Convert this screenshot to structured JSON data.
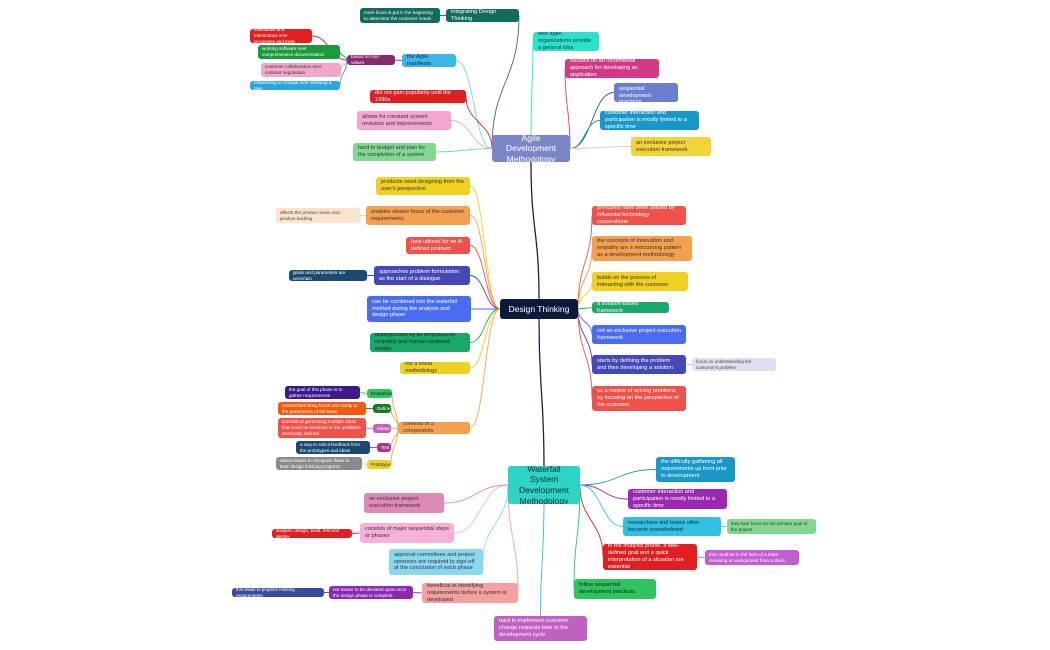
{
  "nodes": [
    {
      "id": "agile",
      "text": "Agile Development Methodology",
      "color": "#7b86c9",
      "kind": "root"
    },
    {
      "id": "design",
      "text": "Design Thinking",
      "color": "#0b1a3a",
      "kind": "root"
    },
    {
      "id": "waterfall",
      "text": "Waterfall System Development Methodology",
      "color": "#2dd4c4",
      "kind": "root",
      "text_color": "#0a2a3a"
    },
    {
      "id": "a_integrating",
      "text": "integrating Design Thinking",
      "color": "#126b5c",
      "kind": "main"
    },
    {
      "id": "a_morefocus",
      "text": "more focus is put in the beginning to determine the  customer needs",
      "color": "#126b5c",
      "kind": "small"
    },
    {
      "id": "a_manifesto",
      "text": "the Agile manifesto",
      "color": "#3bb6e8",
      "kind": "main",
      "text_color": "#0a2a3a"
    },
    {
      "id": "a_fourvalues",
      "text": "based on four values",
      "color": "#8b2a6b",
      "kind": "small"
    },
    {
      "id": "a_v1",
      "text": "individuals and interactions over processes and tools",
      "color": "#e02020",
      "kind": "small"
    },
    {
      "id": "a_v2",
      "text": "working software over comprehensive documentation",
      "color": "#1a9a3a",
      "kind": "small"
    },
    {
      "id": "a_v3",
      "text": "customer collaboration over contract negotiation",
      "color": "#f2a6c8",
      "kind": "small",
      "text_color": "#333333"
    },
    {
      "id": "a_v4",
      "text": "responding to change over following a plan",
      "color": "#2aa5e0",
      "kind": "small"
    },
    {
      "id": "a_popularity",
      "text": "did not gain popularity until the 1990s",
      "color": "#e02020",
      "kind": "main"
    },
    {
      "id": "a_revisions",
      "text": "allows for constant system revisions and improvements",
      "color": "#f4a6d0",
      "kind": "main",
      "text_color": "#333333"
    },
    {
      "id": "a_budget",
      "text": "hard to budget and plan for the completion of a system",
      "color": "#82d890",
      "kind": "main",
      "text_color": "#333333"
    },
    {
      "id": "a_general",
      "text": "with agile, organizations provide a general idea",
      "color": "#2de0c8",
      "kind": "main",
      "text_color": "#0a3a3a"
    },
    {
      "id": "a_incremental",
      "text": "focuses on an incremental approach for developing an application",
      "color": "#d33a86",
      "kind": "main"
    },
    {
      "id": "a_notsequential",
      "text": "do not follow sequential development practices",
      "color": "#6a7fd0",
      "kind": "main"
    },
    {
      "id": "a_customer",
      "text": "customer interaction and participation is mostly limited to a specific time",
      "color": "#1898c8",
      "kind": "main"
    },
    {
      "id": "a_exclusive",
      "text": "an exclusive project execution framework",
      "color": "#f3d33a",
      "kind": "main",
      "text_color": "#333333"
    },
    {
      "id": "d_products",
      "text": "products need  designing from the user's perspective",
      "color": "#f0d020",
      "kind": "main",
      "text_color": "#333333"
    },
    {
      "id": "d_enables",
      "text": "enables  clearer focus of the customer requirements",
      "color": "#f4a050",
      "kind": "main",
      "text_color": "#333333"
    },
    {
      "id": "d_affects",
      "text": "affects the product vision and product backlog",
      "color": "#fde3cc",
      "kind": "small",
      "text_color": "#444444"
    },
    {
      "id": "d_illdefined",
      "text": "best utilized for an ill-defined problem",
      "color": "#f0524a",
      "kind": "main"
    },
    {
      "id": "d_approaches",
      "text": "approaches problem formulation as the start of a dialogue",
      "color": "#4448b8",
      "kind": "main"
    },
    {
      "id": "d_goals",
      "text": "goals and parameters are uncertain",
      "color": "#1a4a70",
      "kind": "small"
    },
    {
      "id": "d_combined",
      "text": "can be combined into the waterfall method during the analysis and design phase",
      "color": "#4a6cf0",
      "kind": "main"
    },
    {
      "id": "d_empathy",
      "text": "distinguished by its emphasis on empathy and human-centered design.",
      "color": "#18a86a",
      "kind": "main",
      "text_color": "#0a2a1a"
    },
    {
      "id": "d_notlinear",
      "text": "not a linear methodology",
      "color": "#f0d020",
      "kind": "main",
      "text_color": "#333333"
    },
    {
      "id": "d_five",
      "text": "consists of 5 components",
      "color": "#f4a050",
      "kind": "main",
      "text_color": "#333333"
    },
    {
      "id": "d_c_empathize",
      "text": "Empathize",
      "color": "#2ec460",
      "kind": "small",
      "text_color": "#0a2a1a"
    },
    {
      "id": "d_c_define",
      "text": "Define",
      "color": "#1a7a2a",
      "kind": "small"
    },
    {
      "id": "d_c_ideate",
      "text": "Ideate",
      "color": "#c060c0",
      "kind": "small"
    },
    {
      "id": "d_c_test",
      "text": "Test",
      "color": "#a83a8a",
      "kind": "small"
    },
    {
      "id": "d_c_prototype",
      "text": "Prototype",
      "color": "#f0d020",
      "kind": "small",
      "text_color": "#333333"
    },
    {
      "id": "d_c_empathize_d",
      "text": "the goal of this phase is to gather requirements",
      "color": "#3a1a8a",
      "kind": "small"
    },
    {
      "id": "d_c_define_d",
      "text": "researchers bring focus and clarity to the parameters of the issue",
      "color": "#f25a10",
      "kind": "small"
    },
    {
      "id": "d_c_ideate_d",
      "text": "consists of generating multiple ideas that could be solutions to the problems previously defined",
      "color": "#f0524a",
      "kind": "small"
    },
    {
      "id": "d_c_test_d",
      "text": "a way to solicit feedback from the prototypes and ideas",
      "color": "#1a4a70",
      "kind": "small"
    },
    {
      "id": "d_c_prototype_d",
      "text": "allows teams to recognize flaws in their design thinking progress",
      "color": "#8a8a8a",
      "kind": "small"
    },
    {
      "id": "d_principles",
      "text": "principles have been utilized by influential technology corporations",
      "color": "#f0524a",
      "kind": "main"
    },
    {
      "id": "d_concepts",
      "text": "the concepts of innovation and empathy are a reoccurring pattern as a development methodology",
      "color": "#f4a050",
      "kind": "main",
      "text_color": "#333333"
    },
    {
      "id": "d_builds",
      "text": "builds on the process of interacting with the customer",
      "color": "#f0d020",
      "kind": "main",
      "text_color": "#333333"
    },
    {
      "id": "d_solution",
      "text": "a solution-based framework",
      "color": "#18a86a",
      "kind": "main"
    },
    {
      "id": "d_notexclusive",
      "text": "not an exclusive project execution framework",
      "color": "#4a6cf0",
      "kind": "main"
    },
    {
      "id": "d_starts",
      "text": "starts by defining the problem and then developing a solution",
      "color": "#4448b8",
      "kind": "main"
    },
    {
      "id": "d_focus",
      "text": "focus on understanding the customer's problem",
      "color": "#dde0f0",
      "kind": "small",
      "text_color": "#444444"
    },
    {
      "id": "d_means",
      "text": "as a means of solving problems by focusing on the perspective of the customer",
      "color": "#f0524a",
      "kind": "main"
    },
    {
      "id": "w_difficulty",
      "text": "the difficulty gathering all requirements up front prior to development",
      "color": "#1898c8",
      "kind": "main"
    },
    {
      "id": "w_customer",
      "text": "customer interaction and participation is mostly limited to a specific time",
      "color": "#9a28b0",
      "kind": "main"
    },
    {
      "id": "w_overwhelmed",
      "text": "researchers and teams often become overwhelmed",
      "color": "#30c0e0",
      "kind": "main",
      "text_color": "#0a2a3a"
    },
    {
      "id": "w_losefocus",
      "text": "they lose focus on the primary goal of the project",
      "color": "#82d890",
      "kind": "small",
      "text_color": "#333333"
    },
    {
      "id": "w_analysis",
      "text": "in the analysis phase, a well-defined goal and a quick interpretation of a situation are essential",
      "color": "#e02020",
      "kind": "main"
    },
    {
      "id": "w_form",
      "text": "this could be in the form of a team receiving an  assignment from a client",
      "color": "#c060d0",
      "kind": "small"
    },
    {
      "id": "w_sequential",
      "text": "follow sequential  development practices",
      "color": "#2ec460",
      "kind": "main",
      "text_color": "#0a2a1a"
    },
    {
      "id": "w_hardchange",
      "text": "hard to implement customer change requests later in the development cycle",
      "color": "#c060c0",
      "kind": "main"
    },
    {
      "id": "w_beneficial",
      "text": "beneficial in identifying requirements before a system is developed",
      "color": "#f4a0a0",
      "kind": "main",
      "text_color": "#333333"
    },
    {
      "id": "w_notmeant",
      "text": "not meant to be deviated upon once the design phase is complete",
      "color": "#8b2ab0",
      "kind": "small"
    },
    {
      "id": "w_leads",
      "text": "this leads to projects missing requirements",
      "color": "#3a4aa0",
      "kind": "small"
    },
    {
      "id": "w_approval",
      "text": "approval committees and project sponsors are required to sign-off at the conclusion of each phase",
      "color": "#8ad8f0",
      "kind": "main",
      "text_color": "#333333"
    },
    {
      "id": "w_majorsteps",
      "text": "consists of major sequential steps or phases",
      "color": "#f8b0d8",
      "kind": "main",
      "text_color": "#333333"
    },
    {
      "id": "w_analyze",
      "text": "analyze, design, build, test and deploy",
      "color": "#e02020",
      "kind": "small"
    },
    {
      "id": "w_exclusive",
      "text": "an exclusive project execution framework",
      "color": "#e088b8",
      "kind": "main",
      "text_color": "#333333"
    }
  ],
  "links": [
    [
      "agile",
      "a_integrating",
      "#4a5aa8"
    ],
    [
      "a_integrating",
      "a_morefocus",
      "#126b5c"
    ],
    [
      "agile",
      "a_manifesto",
      "#7ed0e8"
    ],
    [
      "a_manifesto",
      "a_fourvalues",
      "#8b2a6b"
    ],
    [
      "a_fourvalues",
      "a_v1",
      "#e02020"
    ],
    [
      "a_fourvalues",
      "a_v2",
      "#1a9a3a"
    ],
    [
      "a_fourvalues",
      "a_v3",
      "#f2a6c8"
    ],
    [
      "a_fourvalues",
      "a_v4",
      "#2aa5e0"
    ],
    [
      "agile",
      "a_popularity",
      "#e02020"
    ],
    [
      "agile",
      "a_revisions",
      "#f4a6d0"
    ],
    [
      "agile",
      "a_budget",
      "#82d890"
    ],
    [
      "agile",
      "a_general",
      "#2de0c8"
    ],
    [
      "agile",
      "a_incremental",
      "#d33a86"
    ],
    [
      "agile",
      "a_notsequential",
      "#2a6a50"
    ],
    [
      "agile",
      "a_customer",
      "#1898c8"
    ],
    [
      "agile",
      "a_exclusive",
      "#f4c0c8"
    ],
    [
      "agile",
      "design",
      "#222244"
    ],
    [
      "design",
      "d_products",
      "#f0d020"
    ],
    [
      "design",
      "d_enables",
      "#f4a050"
    ],
    [
      "d_enables",
      "d_affects",
      "#f4c8a0"
    ],
    [
      "design",
      "d_illdefined",
      "#f0524a"
    ],
    [
      "design",
      "d_approaches",
      "#4448b8"
    ],
    [
      "d_approaches",
      "d_goals",
      "#1a4a70"
    ],
    [
      "design",
      "d_combined",
      "#4a6cf0"
    ],
    [
      "design",
      "d_empathy",
      "#18a86a"
    ],
    [
      "design",
      "d_notlinear",
      "#f0d020"
    ],
    [
      "design",
      "d_five",
      "#f4a050"
    ],
    [
      "d_five",
      "d_c_empathize",
      "#f4a050"
    ],
    [
      "d_five",
      "d_c_define",
      "#f4a050"
    ],
    [
      "d_five",
      "d_c_ideate",
      "#f4a050"
    ],
    [
      "d_five",
      "d_c_test",
      "#f4a050"
    ],
    [
      "d_five",
      "d_c_prototype",
      "#f4a050"
    ],
    [
      "d_c_empathize",
      "d_c_empathize_d",
      "#2ec460"
    ],
    [
      "d_c_define",
      "d_c_define_d",
      "#1a7a2a"
    ],
    [
      "d_c_ideate",
      "d_c_ideate_d",
      "#c060c0"
    ],
    [
      "d_c_test",
      "d_c_test_d",
      "#a83a8a"
    ],
    [
      "d_c_prototype",
      "d_c_prototype_d",
      "#f0d020"
    ],
    [
      "design",
      "d_principles",
      "#f0524a"
    ],
    [
      "design",
      "d_concepts",
      "#f4a050"
    ],
    [
      "design",
      "d_builds",
      "#f0d020"
    ],
    [
      "design",
      "d_solution",
      "#18a86a"
    ],
    [
      "design",
      "d_notexclusive",
      "#4a6cf0"
    ],
    [
      "design",
      "d_starts",
      "#4448b8"
    ],
    [
      "d_starts",
      "d_focus",
      "#b8bce0"
    ],
    [
      "design",
      "d_means",
      "#f0524a"
    ],
    [
      "design",
      "waterfall",
      "#222244"
    ],
    [
      "waterfall",
      "w_difficulty",
      "#1898c8"
    ],
    [
      "waterfall",
      "w_customer",
      "#9a28b0"
    ],
    [
      "waterfall",
      "w_overwhelmed",
      "#30c0e0"
    ],
    [
      "w_overwhelmed",
      "w_losefocus",
      "#82d890"
    ],
    [
      "waterfall",
      "w_analysis",
      "#e02020"
    ],
    [
      "w_analysis",
      "w_form",
      "#c060d0"
    ],
    [
      "waterfall",
      "w_sequential",
      "#2ec460"
    ],
    [
      "waterfall",
      "w_hardchange",
      "#30b8d8"
    ],
    [
      "waterfall",
      "w_beneficial",
      "#f4a0a0"
    ],
    [
      "w_beneficial",
      "w_notmeant",
      "#8b2ab0"
    ],
    [
      "w_notmeant",
      "w_leads",
      "#3a4aa0"
    ],
    [
      "waterfall",
      "w_approval",
      "#8ad8f0"
    ],
    [
      "waterfall",
      "w_majorsteps",
      "#f8b0d8"
    ],
    [
      "w_majorsteps",
      "w_analyze",
      "#e02020"
    ],
    [
      "waterfall",
      "w_exclusive",
      "#e088b8"
    ]
  ]
}
